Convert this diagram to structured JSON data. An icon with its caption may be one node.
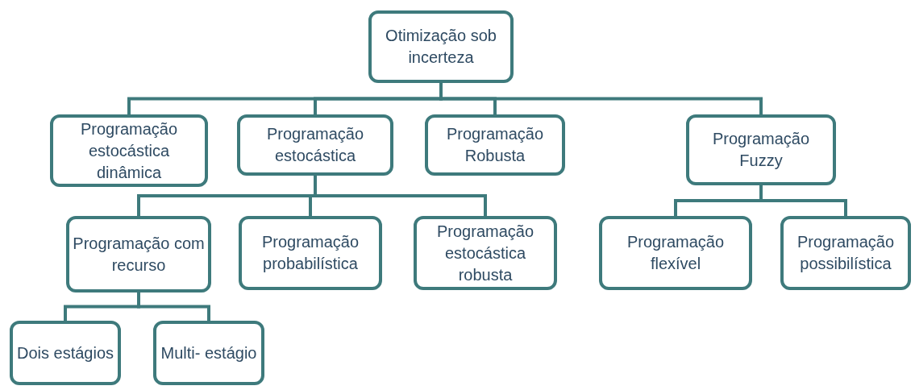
{
  "diagram": {
    "nodes": [
      {
        "text": [
          "Otimização sob incerteza"
        ]
      },
      {
        "text": [
          "Programação estocástica dinâmica"
        ]
      },
      {
        "text": [
          "Programação estocástica"
        ]
      },
      {
        "text": [
          "Programação Robusta"
        ]
      },
      {
        "text": [
          "Programação Fuzzy"
        ]
      },
      {
        "text": [
          "Programação com recurso"
        ]
      },
      {
        "text": [
          "Programação probabilística"
        ]
      },
      {
        "text": [
          "Programação estocástica robusta"
        ]
      },
      {
        "text": [
          "Programação flexível"
        ]
      },
      {
        "text": [
          "Programação possibilística"
        ]
      },
      {
        "text": [
          "Dois estágios"
        ]
      },
      {
        "text": [
          "Multi- estágio"
        ]
      }
    ],
    "edges": [
      {
        "from": 0,
        "to": 1,
        "arrow": "none"
      },
      {
        "from": 0,
        "to": 2,
        "arrow": "none"
      },
      {
        "from": 0,
        "to": 3,
        "arrow": "none"
      },
      {
        "from": 0,
        "to": 4,
        "arrow": "none"
      },
      {
        "from": 2,
        "to": 5,
        "arrow": "none"
      },
      {
        "from": 2,
        "to": 6,
        "arrow": "none"
      },
      {
        "from": 2,
        "to": 7,
        "arrow": "none"
      },
      {
        "from": 4,
        "to": 8,
        "arrow": "none"
      },
      {
        "from": 4,
        "to": 9,
        "arrow": "none"
      },
      {
        "from": 5,
        "to": 10,
        "arrow": "none"
      },
      {
        "from": 5,
        "to": 11,
        "arrow": "none"
      }
    ]
  }
}
